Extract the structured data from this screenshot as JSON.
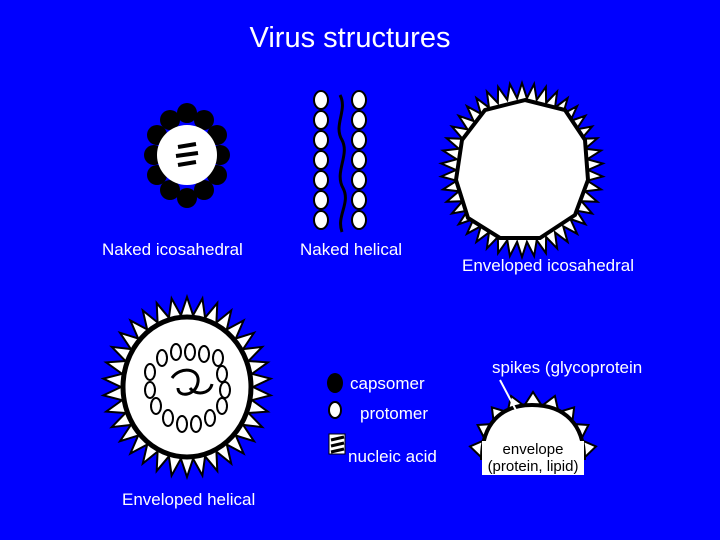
{
  "title": "Virus structures",
  "labels": {
    "naked_icosahedral": "Naked icosahedral",
    "naked_helical": "Naked helical",
    "enveloped_icosahedral": "Enveloped icosahedral",
    "enveloped_helical": "Enveloped helical"
  },
  "legend": {
    "capsomer": "capsomer",
    "protomer": "protomer",
    "nucleic_acid": "nucleic acid",
    "spikes": "spikes (glycoprotein",
    "envelope_line1": "envelope",
    "envelope_line2": "(protein, lipid)"
  },
  "colors": {
    "background": "#0000ff",
    "text": "#ffffff",
    "shape_fill": "#ffffff",
    "outline": "#000000"
  }
}
